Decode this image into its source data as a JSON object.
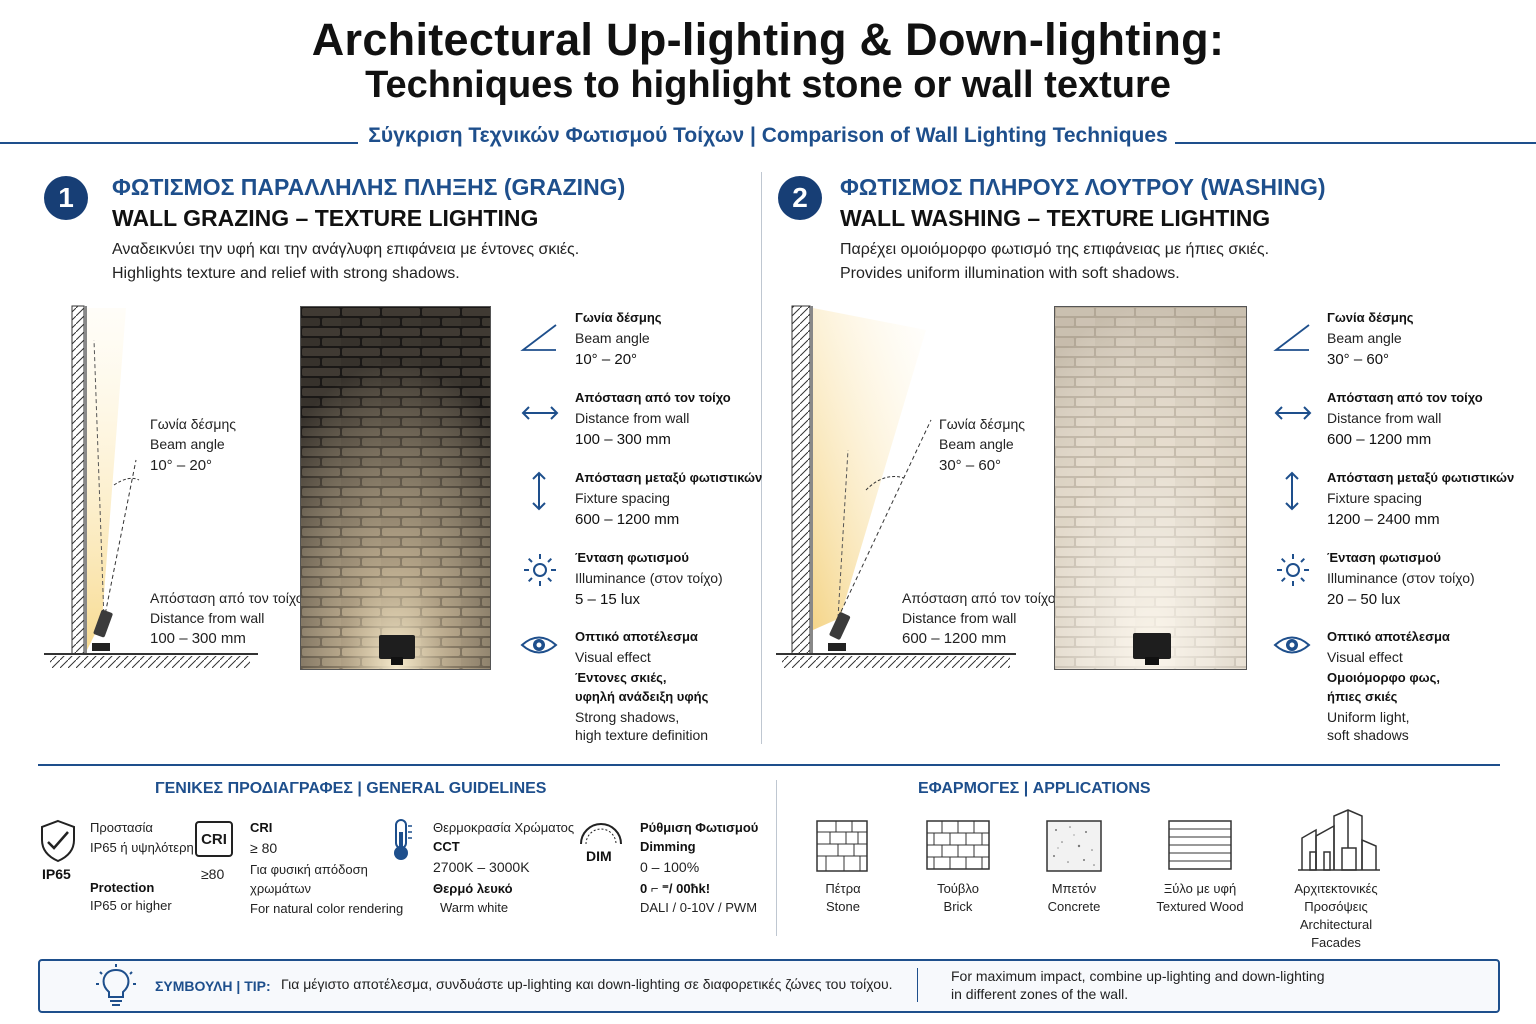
{
  "header": {
    "title": "Architectural Up-lighting & Down-lighting:",
    "subtitle": "Techniques to highlight stone or wall texture",
    "comparison": "Σύγκριση Τεχνικών Φωτισμού Τοίχων  |  Comparison of Wall Lighting Techniques"
  },
  "grazing": {
    "number": "1",
    "title_gr": "ΦΩΤΙΣΜΟΣ ΠΑΡΑΛΛΗΛΗΣ ΠΛΗΞΗΣ (GRAZING)",
    "title_en": "WALL GRAZING – TEXTURE LIGHTING",
    "desc_gr": "Αναδεικνύει την υφή και την ανάγλυφη επιφάνεια με έντονες σκιές.",
    "desc_en": "Highlights texture and relief with strong shadows.",
    "diagram": {
      "beam_gr": "Γωνία δέσμης",
      "beam_en": "Beam angle",
      "beam_val": "10° – 20°",
      "dist_gr": "Απόσταση από τον τοίχο",
      "dist_en": "Distance from wall",
      "dist_val": "100 – 300 mm"
    },
    "specs": {
      "beam_gr": "Γωνία δέσμης",
      "beam_en": "Beam angle",
      "beam_val": "10° – 20°",
      "dist_gr": "Απόσταση από τον τοίχο",
      "dist_en": "Distance from wall",
      "dist_val": "100 – 300 mm",
      "spacing_gr": "Απόσταση μεταξύ φωτιστικών",
      "spacing_en": "Fixture spacing",
      "spacing_val": "600 – 1200 mm",
      "lux_gr": "Ένταση φωτισμού",
      "lux_en": "Illuminance (στον τοίχο)",
      "lux_val": "5 – 15 lux",
      "effect_gr": "Οπτικό αποτέλεσμα",
      "effect_en": "Visual effect",
      "effect_bold1": "Έντονες σκιές,",
      "effect_bold2": "υφηλή ανάδειξη υφής",
      "effect_val1": "Strong shadows,",
      "effect_val2": "high texture definition"
    }
  },
  "washing": {
    "number": "2",
    "title_gr": "ΦΩΤΙΣΜΟΣ ΠΛΗΡΟΥΣ ΛΟΥΤΡΟΥ (WASHING)",
    "title_en": "WALL WASHING – TEXTURE LIGHTING",
    "desc_gr": "Παρέχει ομοιόμορφο φωτισμό της επιφάνειας με ήπιες σκιές.",
    "desc_en": "Provides uniform illumination with soft shadows.",
    "diagram": {
      "beam_gr": "Γωνία δέσμης",
      "beam_en": "Beam angle",
      "beam_val": "30° – 60°",
      "dist_gr": "Απόσταση από τον τοίχο",
      "dist_en": "Distance from wall",
      "dist_val": "600 – 1200 mm"
    },
    "specs": {
      "beam_gr": "Γωνία δέσμης",
      "beam_en": "Beam angle",
      "beam_val": "30° – 60°",
      "dist_gr": "Απόσταση από τον τοίχο",
      "dist_en": "Distance from wall",
      "dist_val": "600 – 1200 mm",
      "spacing_gr": "Απόσταση μεταξύ φωτιστικών",
      "spacing_en": "Fixture spacing",
      "spacing_val": "1200 – 2400 mm",
      "lux_gr": "Ένταση φωτισμού",
      "lux_en": "Illuminance (στον τοίχο)",
      "lux_val": "20 – 50 lux",
      "effect_gr": "Οπτικό αποτέλεσμα",
      "effect_en": "Visual effect",
      "effect_bold1": "Ομοιόμορφο φως,",
      "effect_bold2": "ήπιες σκιές",
      "effect_val1": "Uniform light,",
      "effect_val2": "soft shadows"
    }
  },
  "guidelines": {
    "heading": "ΓΕΝΙΚΕΣ ΠΡΟΔΙΑΓΡΑΦΕΣ  |  GENERAL GUIDELINES",
    "ip": {
      "badge": "IP65",
      "gr1": "Προστασία",
      "gr2": "IP65 ή υψηλότερη",
      "en1": "Protection",
      "en2": "IP65 or higher"
    },
    "cri": {
      "badge": "CRI",
      "below": "≥80",
      "title": "CRI",
      "val": "≥ 80",
      "gr1": "Για φυσική απόδοση",
      "gr2": "χρωμάτων",
      "en": "For natural color rendering"
    },
    "cct": {
      "gr": "Θερμοκρασία Χρώματος",
      "title": "CCT",
      "val": "2700K – 3000K",
      "gr2": "Θερμό λευκό",
      "en": "Warm white"
    },
    "dim": {
      "badge": "DIM",
      "gr": "Ρύθμιση Φωτισμού",
      "title": "Dimming",
      "val": "0 – 100%",
      "sub": "0 ⌐ ⁼/ 00ħk!",
      "en": "DALI / 0-10V / PWM"
    }
  },
  "applications": {
    "heading": "ΕΦΑΡΜΟΓΕΣ  |  APPLICATIONS",
    "items": [
      {
        "gr": "Πέτρα",
        "en": "Stone"
      },
      {
        "gr": "Τούβλο",
        "en": "Brick"
      },
      {
        "gr": "Μπετόν",
        "en": "Concrete"
      },
      {
        "gr": "Ξύλο με υφή",
        "en": "Textured Wood"
      },
      {
        "gr": "Αρχιτεκτονικές",
        "gr2": "Προσόψεις",
        "en": "Architectural",
        "en2": "Facades"
      }
    ]
  },
  "tip": {
    "label": "ΣΥΜΒΟΥΛΗ  |  TIP:",
    "gr": "Για μέγιστο αποτέλεσμα, συνδυάστε up-lighting και down-lighting σε διαφορετικές ζώνες του τοίχου.",
    "en1": "For maximum impact, combine up-lighting and down-lighting",
    "en2": "in different zones of the wall."
  },
  "colors": {
    "accent": "#1e4f8c",
    "badge": "#173e75",
    "warm_light": "#f5d98a"
  }
}
